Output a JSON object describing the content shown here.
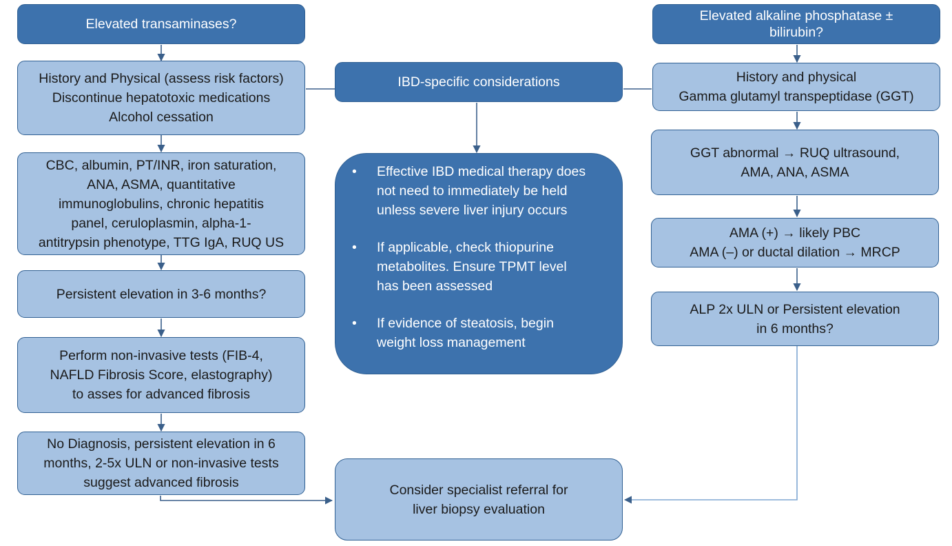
{
  "left_column": {
    "header": "Elevated transaminases?",
    "steps": [
      {
        "lines": [
          "History and Physical (assess risk factors)",
          "Discontinue hepatotoxic medications",
          "Alcohol cessation"
        ]
      },
      {
        "lines": [
          "CBC, albumin, PT/INR, iron saturation,",
          "ANA, ASMA, quantitative",
          "immunoglobulins, chronic hepatitis",
          "panel, ceruloplasmin, alpha-1-",
          "antitrypsin phenotype, TTG IgA, RUQ US"
        ]
      },
      {
        "lines": [
          "Persistent elevation in 3-6 months?"
        ]
      },
      {
        "lines": [
          "Perform non-invasive tests (FIB-4,",
          "NAFLD Fibrosis Score, elastography)",
          "to asses for advanced fibrosis"
        ]
      },
      {
        "lines": [
          "No Diagnosis, persistent elevation in 6",
          "months, 2-5x ULN or non-invasive tests",
          "suggest advanced fibrosis"
        ]
      }
    ]
  },
  "center": {
    "header": "IBD-specific considerations",
    "bullet_symbol": "•",
    "bullets": [
      {
        "lines": [
          "Effective IBD medical therapy does",
          "not need to immediately be held",
          "unless severe liver injury occurs"
        ]
      },
      {
        "lines": [
          "If applicable, check thiopurine",
          "metabolites.  Ensure TPMT level",
          "has been assessed"
        ]
      },
      {
        "lines": [
          "If evidence of steatosis, begin",
          "weight loss management"
        ]
      }
    ],
    "referral": {
      "lines": [
        "Consider specialist referral for",
        "liver biopsy evaluation"
      ]
    }
  },
  "right_column": {
    "header": {
      "lines": [
        "Elevated alkaline phosphatase ±",
        "bilirubin?"
      ]
    },
    "steps": [
      {
        "lines": [
          "History and physical",
          "Gamma glutamyl transpeptidase (GGT)"
        ]
      },
      {
        "lines": [
          "GGT abnormal → RUQ ultrasound,",
          "AMA, ANA, ASMA"
        ]
      },
      {
        "lines": [
          "AMA (+) → likely PBC",
          "AMA (–) or ductal dilation → MRCP"
        ]
      },
      {
        "lines": [
          "ALP 2x ULN or Persistent elevation",
          "in 6 months?"
        ]
      }
    ]
  },
  "colors": {
    "dark_box": "#3d72ad",
    "light_box": "#a6c2e2",
    "border": "#2f5f92",
    "connector": "#3a5f8a"
  }
}
